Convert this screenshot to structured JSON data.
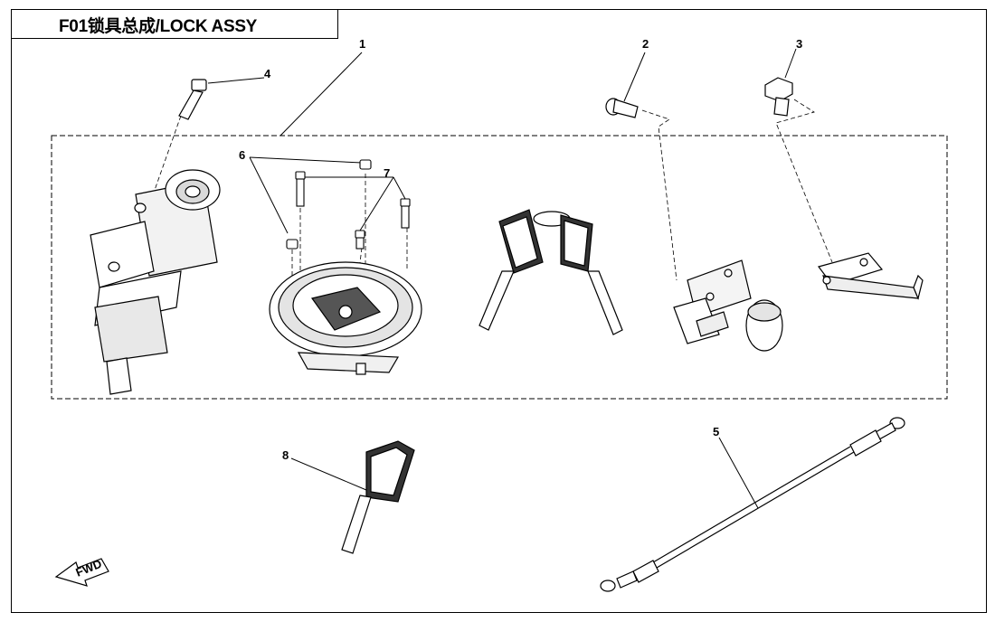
{
  "diagram": {
    "title": "F01锁具总成/LOCK ASSY",
    "fwd_label": "FWD",
    "callouts": {
      "c1": "1",
      "c2": "2",
      "c3": "3",
      "c4": "4",
      "c5": "5",
      "c6": "6",
      "c7": "7",
      "c8": "8"
    }
  }
}
